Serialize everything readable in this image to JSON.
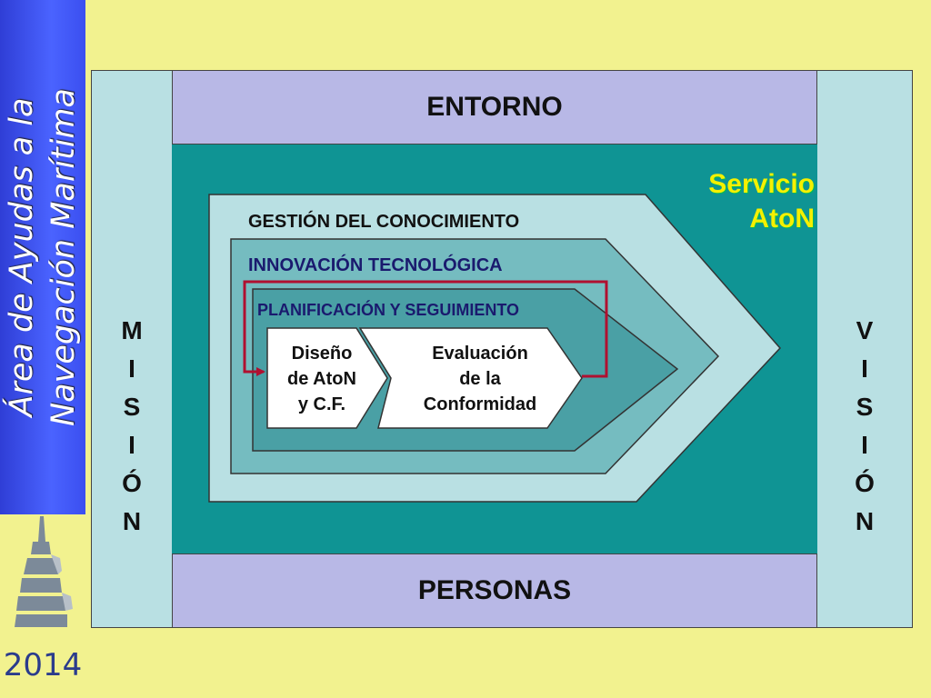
{
  "sidebar": {
    "title": "Área de Ayudas a la\nNavegación Marítima",
    "year": "2014",
    "logo_icon": "lighthouse-icon"
  },
  "bands": {
    "top": "ENTORNO",
    "bottom": "PERSONAS"
  },
  "columns": {
    "left": "M\nI\nS\nI\nÓ\nN",
    "right": "V\nI\nS\nI\nÓ\nN"
  },
  "service": "Servicio\nAtoN",
  "layers": {
    "gestion": "GESTIÓN DEL CONOCIMIENTO",
    "innovacion": "INNOVACIÓN TECNOLÓGICA",
    "planificacion": "PLANIFICACIÓN Y SEGUIMIENTO"
  },
  "process": {
    "diseno": "Diseño\nde AtoN\ny C.F.",
    "evaluacion": "Evaluación\nde la\nConformidad"
  },
  "colors": {
    "background": "#f2f28f",
    "teal": "#0f9494",
    "band": "#b8b8e6",
    "column": "#b9e0e3",
    "accent_red": "#b01030",
    "service_text": "#f5f000"
  }
}
